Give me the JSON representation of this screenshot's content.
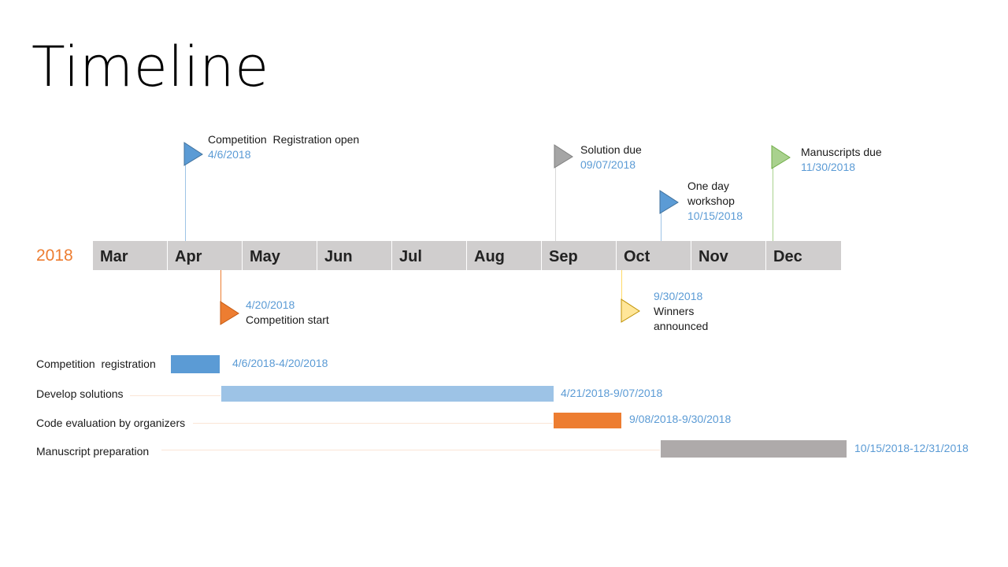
{
  "title": "Timeline",
  "year": "2018",
  "months": [
    "Mar",
    "Apr",
    "May",
    "Jun",
    "Jul",
    "Aug",
    "Sep",
    "Oct",
    "Nov",
    "Dec"
  ],
  "milestones": [
    {
      "label": "Competition  Registration open",
      "date": "4/6/2018",
      "color": "#5B9BD5"
    },
    {
      "label": "Solution due",
      "date": "09/07/2018",
      "color": "#A5A5A5"
    },
    {
      "label": "One day workshop",
      "date": "10/15/2018",
      "color": "#5B9BD5"
    },
    {
      "label": "Manuscripts due",
      "date": "11/30/2018",
      "color": "#A9D18E"
    },
    {
      "label": "Competition start",
      "date": "4/20/2018",
      "color": "#ED7D31"
    },
    {
      "label": "Winners announced",
      "date": "9/30/2018",
      "color": "#FFD966"
    }
  ],
  "tasks": [
    {
      "label": "Competition  registration",
      "range": "4/6/2018-4/20/2018",
      "color": "#5B9BD5"
    },
    {
      "label": "Develop solutions",
      "range": "4/21/2018-9/07/2018",
      "color": "#9DC3E6"
    },
    {
      "label": "Code evaluation by organizers",
      "range": "9/08/2018-9/30/2018",
      "color": "#ED7D31"
    },
    {
      "label": "Manuscript preparation",
      "range": "10/15/2018-12/31/2018",
      "color": "#AEAAAA"
    }
  ]
}
